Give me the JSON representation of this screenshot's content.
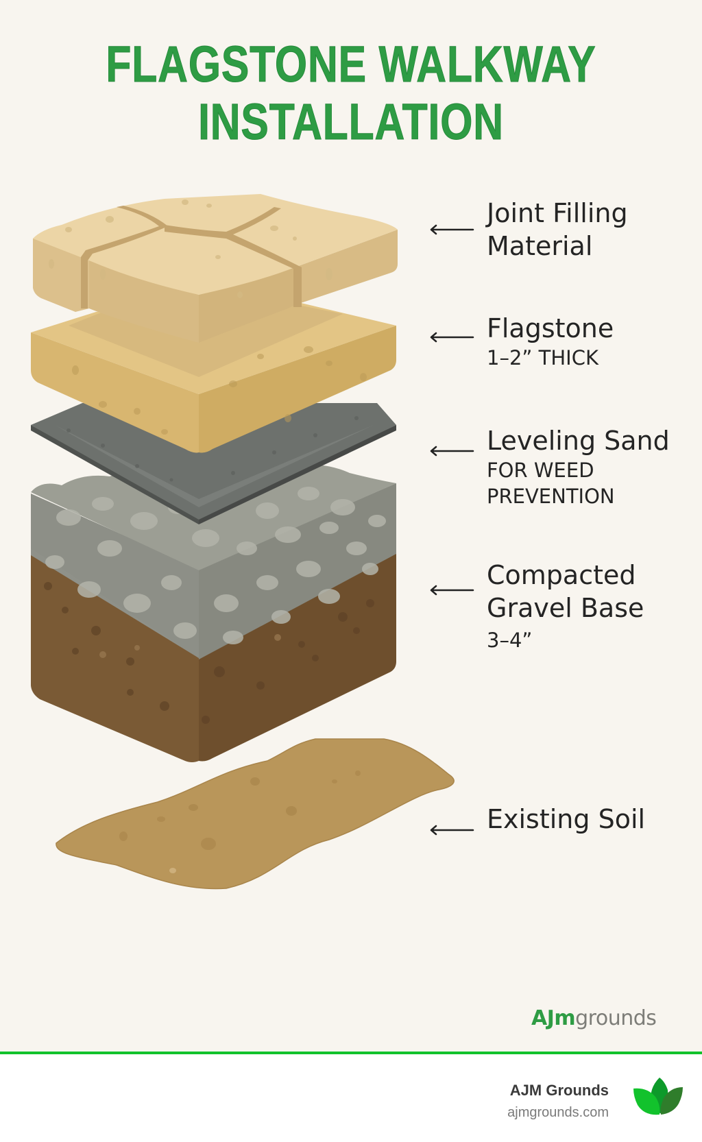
{
  "title": {
    "line1": "FLAGSTONE WALKWAY",
    "line2": "INSTALLATION",
    "color": "#2e9c44"
  },
  "layers": [
    {
      "id": "joint-filling",
      "label": "Joint Filling",
      "label_line2": "Material",
      "sub": "",
      "sub_line2": "",
      "arrow": "left-arrow"
    },
    {
      "id": "flagstone",
      "label": "Flagstone",
      "label_line2": "",
      "sub": "1–2” THICK",
      "sub_line2": "",
      "arrow": "left-arrow"
    },
    {
      "id": "leveling-sand",
      "label": "Leveling Sand",
      "label_line2": "",
      "sub": "FOR WEED",
      "sub_line2": "PREVENTION",
      "arrow": "left-arrow"
    },
    {
      "id": "gravel-base",
      "label": "Compacted",
      "label_line2": "Gravel Base",
      "sub": "3–4”",
      "sub_line2": "",
      "arrow": "left-arrow"
    },
    {
      "id": "existing-soil",
      "label": "Existing Soil",
      "label_line2": "",
      "sub": "",
      "sub_line2": "",
      "arrow": "left-arrow"
    }
  ],
  "colors": {
    "background": "#f8f5ef",
    "stone_top": "#ecd5a6",
    "stone_side": "#dcc08c",
    "joint": "#c4a46e",
    "flagstone_top": "#e3c585",
    "flagstone_side": "#d8b670",
    "sand_layer": "#6d716d",
    "gravel": "#9c9e94",
    "dirt": "#7a5a35",
    "soil": "#b9965a",
    "divider": "#12c22c"
  },
  "watermark": {
    "part1": "AJm",
    "part2": "grounds"
  },
  "footer": {
    "company_name": "AJM Grounds",
    "website": "ajmgrounds.com",
    "logo_icon": "leaf-logo-icon"
  }
}
